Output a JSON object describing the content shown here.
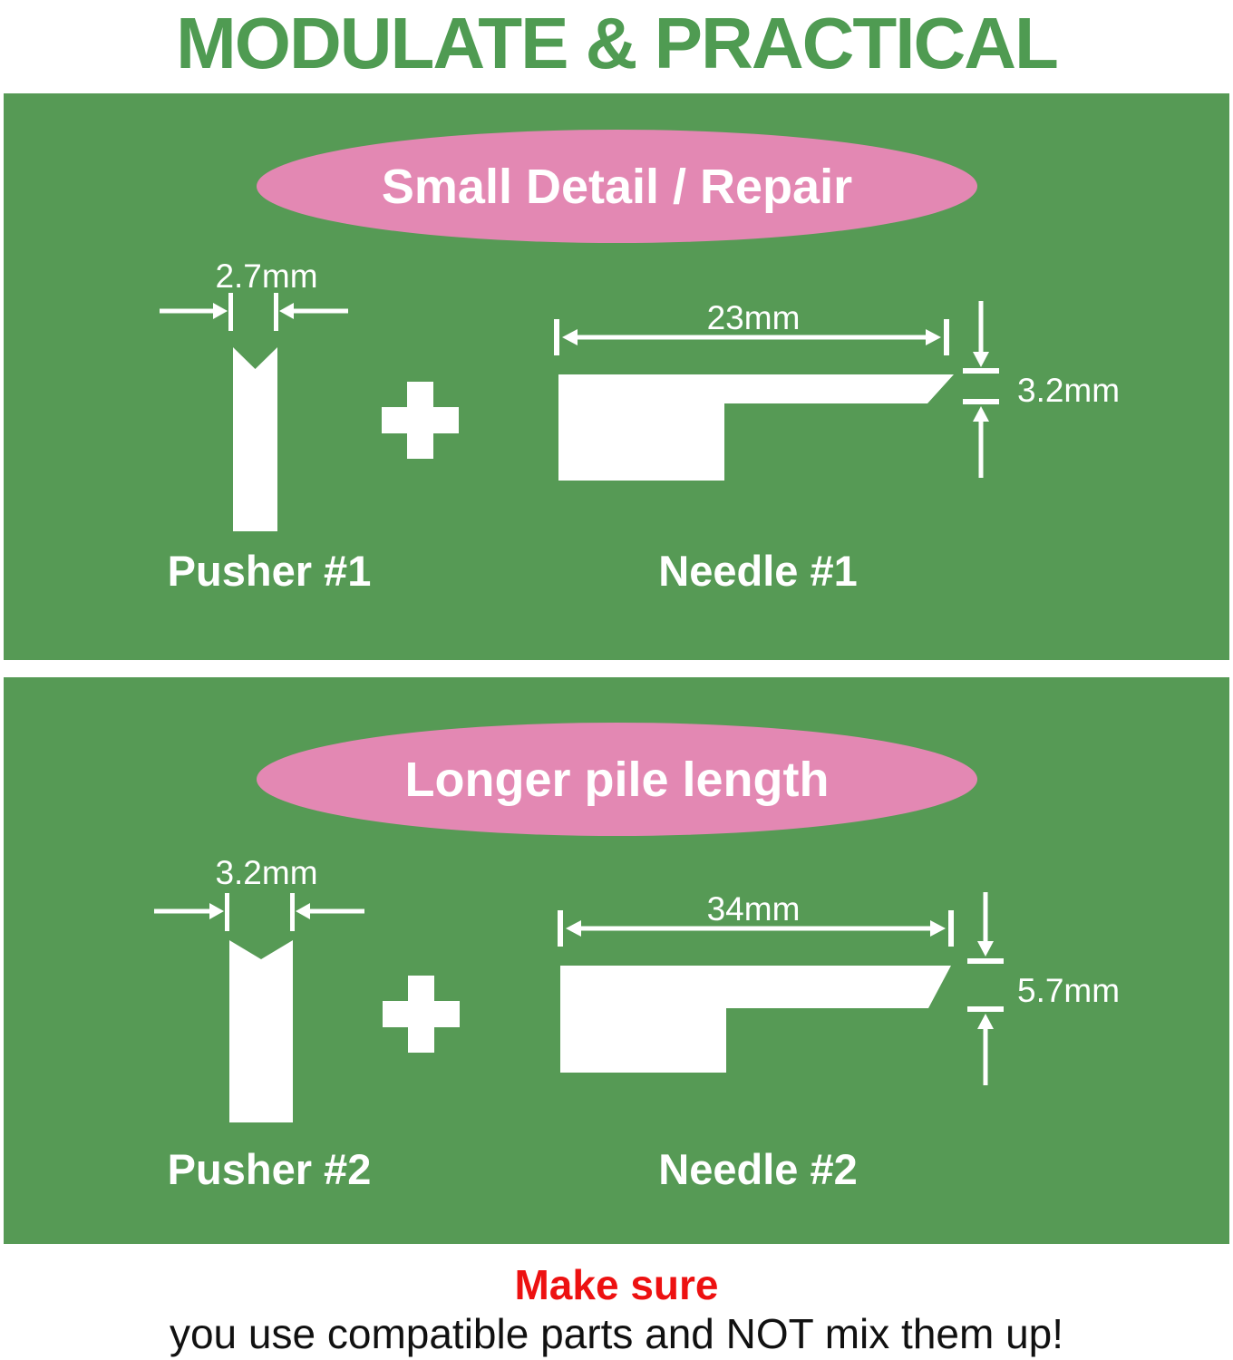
{
  "title": "MODULATE & PRACTICAL",
  "panels": [
    {
      "badge": "Small Detail / Repair",
      "pusher": {
        "width_label": "2.7mm",
        "name": "Pusher #1"
      },
      "needle": {
        "length_label": "23mm",
        "thickness_label": "3.2mm",
        "name": "Needle #1"
      }
    },
    {
      "badge": "Longer pile length",
      "pusher": {
        "width_label": "3.2mm",
        "name": "Pusher #2"
      },
      "needle": {
        "length_label": "34mm",
        "thickness_label": "5.7mm",
        "name": "Needle #2"
      }
    }
  ],
  "footer": {
    "emphasis": "Make sure",
    "text": "you use compatible parts and NOT mix them up!"
  },
  "colors": {
    "panel_green": "#569a55",
    "title_green": "#4f9b52",
    "badge_pink": "#e388b3",
    "warning_red": "#ed1111",
    "shape_white": "#ffffff",
    "text_black": "#111111"
  }
}
